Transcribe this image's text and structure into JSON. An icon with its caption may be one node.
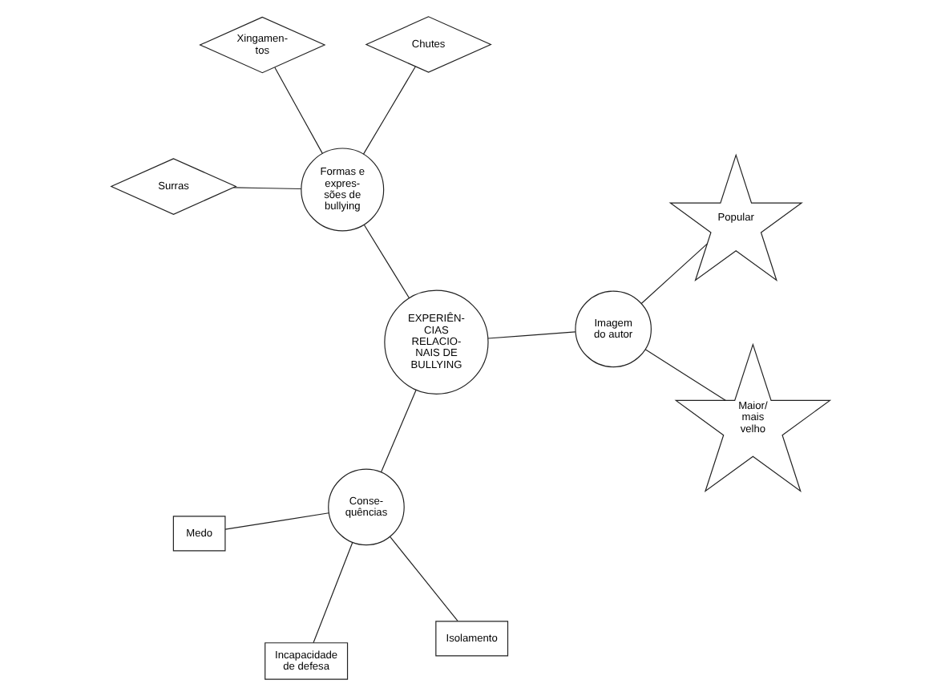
{
  "diagram": {
    "nodes": [
      {
        "text": [
          "EXPERIÊN- CIAS RELACIO- NAIS DE BULLYING"
        ]
      },
      {
        "text": [
          "Imagem do autor"
        ]
      },
      {
        "text": [
          "Maior/ mais velho"
        ]
      },
      {
        "text": [
          "Popular"
        ]
      },
      {
        "text": [
          "Formas e expres- sões de bullying"
        ]
      },
      {
        "text": [
          "Xingamen- tos"
        ]
      },
      {
        "text": [
          "Surras"
        ]
      },
      {
        "text": [
          "Chutes"
        ]
      },
      {
        "text": [
          "Conse- quências"
        ]
      },
      {
        "text": [
          "Isolamento"
        ]
      },
      {
        "text": [
          "Incapacidade de defesa"
        ]
      },
      {
        "text": [
          "Medo"
        ]
      }
    ],
    "edges": [
      {
        "from": 0,
        "to": 1,
        "arrow": "none"
      },
      {
        "from": 1,
        "to": 2,
        "arrow": "none"
      },
      {
        "from": 1,
        "to": 3,
        "arrow": "none"
      },
      {
        "from": 0,
        "to": 4,
        "arrow": "none"
      },
      {
        "from": 4,
        "to": 5,
        "arrow": "none"
      },
      {
        "from": 4,
        "to": 6,
        "arrow": "none"
      },
      {
        "from": 4,
        "to": 7,
        "arrow": "none"
      },
      {
        "from": 0,
        "to": 8,
        "arrow": "none"
      },
      {
        "from": 8,
        "to": 9,
        "arrow": "none"
      },
      {
        "from": 8,
        "to": 10,
        "arrow": "none"
      },
      {
        "from": 8,
        "to": 11,
        "arrow": "none"
      }
    ]
  }
}
